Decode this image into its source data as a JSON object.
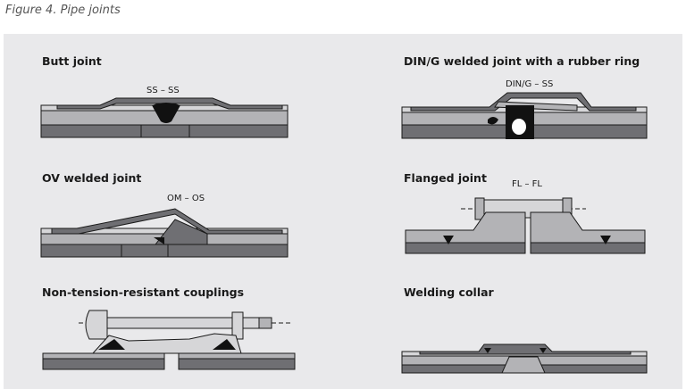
{
  "figure": {
    "caption": "Figure 4. Pipe joints"
  },
  "colors": {
    "panel": "#e9e9eb",
    "outer_pipe": "#6f6f73",
    "inner_pipe": "#b3b3b6",
    "plate": "#828286",
    "light": "#d6d6d8",
    "weld": "#111111",
    "outline": "#1a1a1a"
  },
  "joints": [
    {
      "title": "Butt joint",
      "label": "SS – SS"
    },
    {
      "title": "DIN/G welded joint with a rubber ring",
      "label": "DIN/G – SS"
    },
    {
      "title": "OV welded joint",
      "label": "OM – OS"
    },
    {
      "title": "Flanged joint",
      "label": "FL – FL"
    },
    {
      "title": "Non-tension-resistant couplings",
      "label": ""
    },
    {
      "title": "Welding collar",
      "label": ""
    }
  ]
}
